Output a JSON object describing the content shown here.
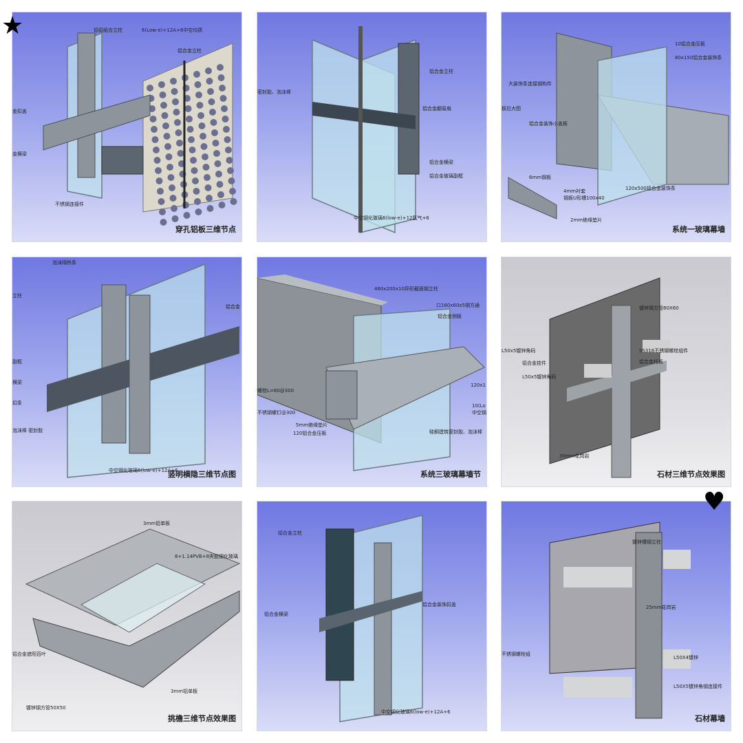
{
  "panels": [
    {
      "title": "穿孔铝板三维节点",
      "bg": "blue",
      "kind": "perforated",
      "labels": [
        "铝铝组合立柱",
        "6(Low-e)+12A+6中空均质",
        "铝合金立柱",
        "金扣盖",
        "金横梁",
        "不锈钢连接件"
      ]
    },
    {
      "title": "",
      "bg": "blue",
      "kind": "window",
      "labels": [
        "铝合金立柱",
        "密封胶、泡沫棒",
        "铝合金翻窗扇",
        "铝合金横梁",
        "铝合金玻璃副框",
        "中空钢化玻璃6(low-e)+12氩气+6"
      ]
    },
    {
      "title": "系统一玻璃幕墙",
      "bg": "blue",
      "kind": "fin",
      "labels": [
        "10铝合金压板",
        "80x150铝合金装饰条",
        "板拉大图",
        "铝合金装饰小盖板",
        "6mm钢板",
        "4mm衬套",
        "钢板U形槽100x40",
        "2mm绝缘垫片",
        "120x500铝合金装饰条",
        "大装饰条连接钢构件"
      ]
    },
    {
      "title": "竖明横隐三维节点图",
      "bg": "blue",
      "kind": "mullion",
      "labels": [
        "泡沫隔热条",
        "立柱",
        "铝合金",
        "副框",
        "横梁",
        "扣条",
        "泡沫棒 密封胶",
        "中空钢化玻璃6(low-e)+12A+6"
      ]
    },
    {
      "title": "系统三玻璃幕墙节",
      "bg": "blue",
      "kind": "steelbox",
      "labels": [
        "460x200x10异形截面钢立柱",
        "口160x60x5钢方通",
        "铝合金侧板",
        "螺栓L=80@300",
        "不锈钢螺钉@300",
        "5mm绝缘垫片",
        "120铝合金压板",
        "硅酮建筑密封胶、泡沫棒",
        "120x1",
        "10(Lo",
        "中空钢"
      ]
    },
    {
      "title": "石材三维节点效果图",
      "bg": "gray",
      "kind": "stone",
      "labels": [
        "镀锌钢方管80X60",
        "SS316不锈钢螺栓组件",
        "L50x5镀锌角码",
        "铝合金挂件",
        "铝合金托板",
        "L50x5镀锌角码",
        "30mm花岗岩"
      ]
    },
    {
      "title": "挑檐三维节点效果图",
      "bg": "gray",
      "kind": "canopy",
      "labels": [
        "3mm铝单板",
        "8+1.14PVB+8夹胶钢化玻璃",
        "铝合金遮阳百叶",
        "3mm铝单板",
        "镀锌钢方管50X50"
      ]
    },
    {
      "title": "",
      "bg": "blue",
      "kind": "frame",
      "labels": [
        "铝合金立柱",
        "铝合金横梁",
        "铝合金装饰扣盖",
        "中空钢化玻璃6(low-e)+12A+6"
      ]
    },
    {
      "title": "石材幕墙",
      "bg": "blue",
      "kind": "stone2",
      "labels": [
        "镀锌槽钢立柱",
        "25mm花岗岩",
        "不锈钢螺栓组",
        "L50X4镀锌",
        "L50X5镀锌角钢连接件"
      ]
    }
  ],
  "decorations": {
    "top_left": "star-sticker",
    "bottom_right": "heart-sticker"
  },
  "colors": {
    "blue_bg": "#6f78e0",
    "gray_bg": "#d0d0d5",
    "metal": "#8a9098",
    "glass": "#bfe0ec"
  }
}
